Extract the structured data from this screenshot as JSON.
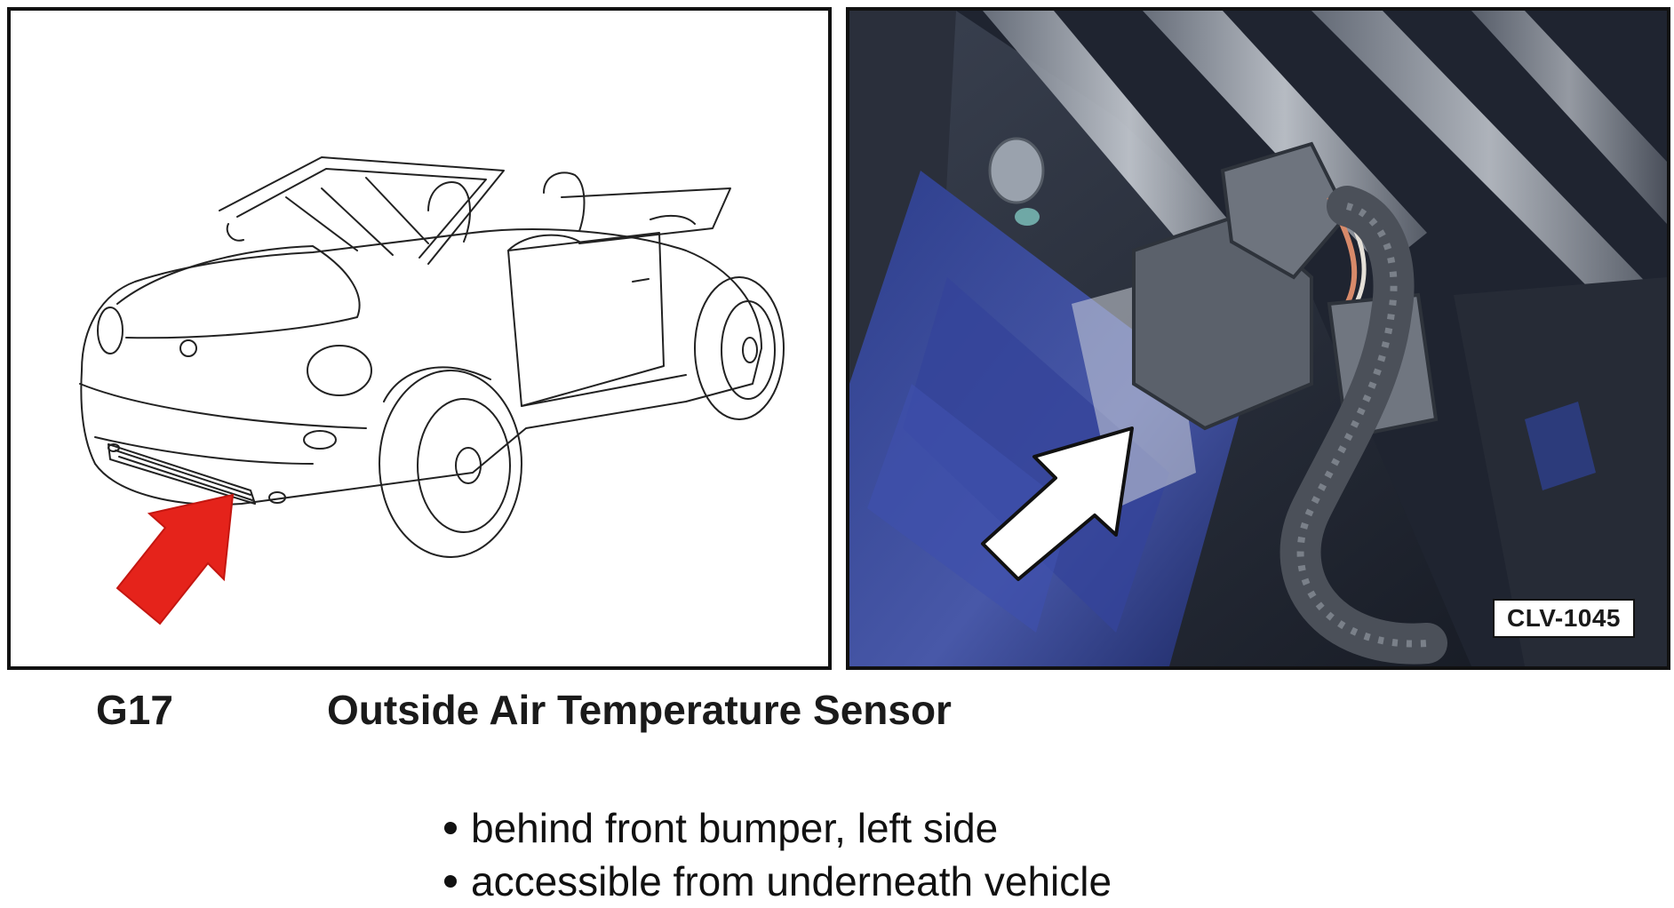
{
  "figure": {
    "photo_reference": "CLV-1045"
  },
  "component": {
    "code": "G17",
    "title": "Outside Air Temperature Sensor"
  },
  "location_notes": [
    "behind front bumper, left side",
    "accessible from underneath vehicle"
  ],
  "colors": {
    "pointer_arrow_drawing": "#e5231b",
    "pointer_arrow_photo": "#ffffff",
    "vehicle_body_photo": "#2d3e8c"
  },
  "icons": {
    "drawing_pointer": "red-arrow-icon",
    "photo_pointer": "white-arrow-icon"
  }
}
